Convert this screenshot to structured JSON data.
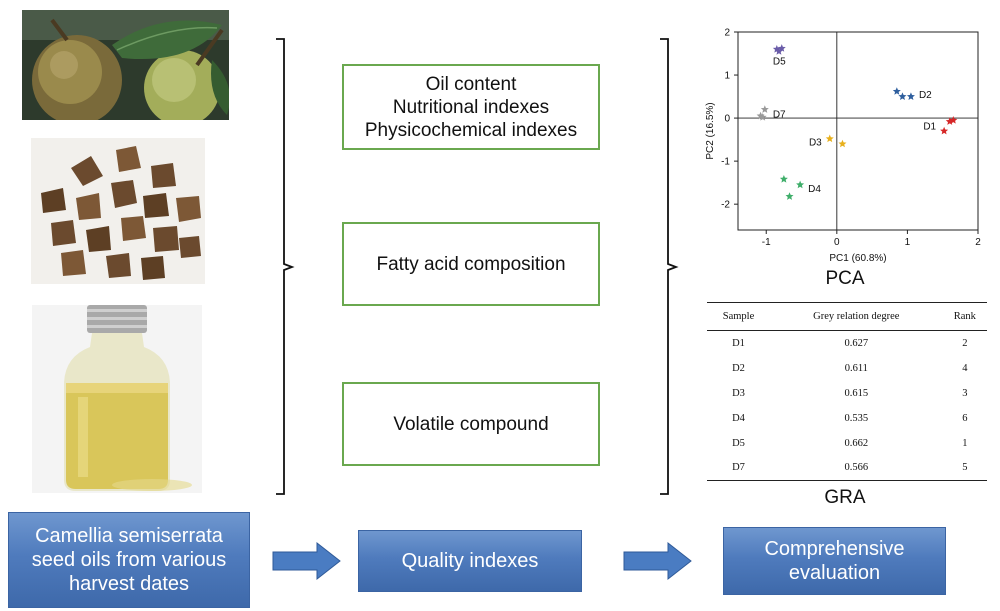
{
  "left_panel": {
    "caption_lines": [
      "Camellia semiserrata",
      "seed oils from various",
      "harvest dates"
    ]
  },
  "middle_panel": {
    "boxes": [
      {
        "lines": [
          "Oil content",
          "Nutritional indexes",
          "Physicochemical indexes"
        ]
      },
      {
        "lines": [
          "Fatty acid composition"
        ]
      },
      {
        "lines": [
          "Volatile compound"
        ]
      }
    ],
    "caption": "Quality indexes"
  },
  "right_panel": {
    "pca_caption": "PCA",
    "gra_caption": "GRA",
    "caption_lines": [
      "Comprehensive",
      "evaluation"
    ]
  },
  "colors": {
    "box_border": "#6aa84f",
    "blue_box": "#4f7bbd",
    "arrow": "#4a7cc2"
  },
  "chart_data": [
    {
      "type": "scatter",
      "title": "",
      "xlabel": "PC1 (60.8%)",
      "ylabel": "PC2 (16.5%)",
      "xlim": [
        -1.4,
        2.0
      ],
      "ylim": [
        -2.6,
        2.0
      ],
      "xticks": [
        -1,
        0,
        1,
        2
      ],
      "yticks": [
        -2,
        -1,
        0,
        1,
        2
      ],
      "grid": false,
      "zero_lines": true,
      "series": [
        {
          "name": "D1",
          "color": "#d62728",
          "label_pos": "left",
          "points": [
            [
              1.65,
              -0.05
            ],
            [
              1.6,
              -0.08
            ],
            [
              1.52,
              -0.3
            ]
          ]
        },
        {
          "name": "D2",
          "color": "#2f5f9e",
          "label_pos": "right",
          "points": [
            [
              0.85,
              0.62
            ],
            [
              0.93,
              0.5
            ],
            [
              1.05,
              0.5
            ]
          ]
        },
        {
          "name": "D3",
          "color": "#e8b01c",
          "label_pos": "left",
          "points": [
            [
              -0.1,
              -0.48
            ],
            [
              0.08,
              -0.6
            ]
          ]
        },
        {
          "name": "D4",
          "color": "#3fae6a",
          "label_pos": "right",
          "points": [
            [
              -0.75,
              -1.42
            ],
            [
              -0.52,
              -1.55
            ],
            [
              -0.67,
              -1.82
            ]
          ]
        },
        {
          "name": "D5",
          "color": "#6a5ca8",
          "label_pos": "below",
          "points": [
            [
              -0.85,
              1.6
            ],
            [
              -0.78,
              1.62
            ],
            [
              -0.82,
              1.55
            ]
          ]
        },
        {
          "name": "D7",
          "color": "#999999",
          "label_pos": "right",
          "points": [
            [
              -1.02,
              0.2
            ],
            [
              -1.08,
              0.05
            ],
            [
              -1.05,
              0.02
            ]
          ]
        }
      ]
    },
    {
      "type": "table",
      "columns": [
        "Sample",
        "Grey relation degree",
        "Rank"
      ],
      "rows": [
        [
          "D1",
          "0.627",
          "2"
        ],
        [
          "D2",
          "0.611",
          "4"
        ],
        [
          "D3",
          "0.615",
          "3"
        ],
        [
          "D4",
          "0.535",
          "6"
        ],
        [
          "D5",
          "0.662",
          "1"
        ],
        [
          "D7",
          "0.566",
          "5"
        ]
      ]
    }
  ]
}
